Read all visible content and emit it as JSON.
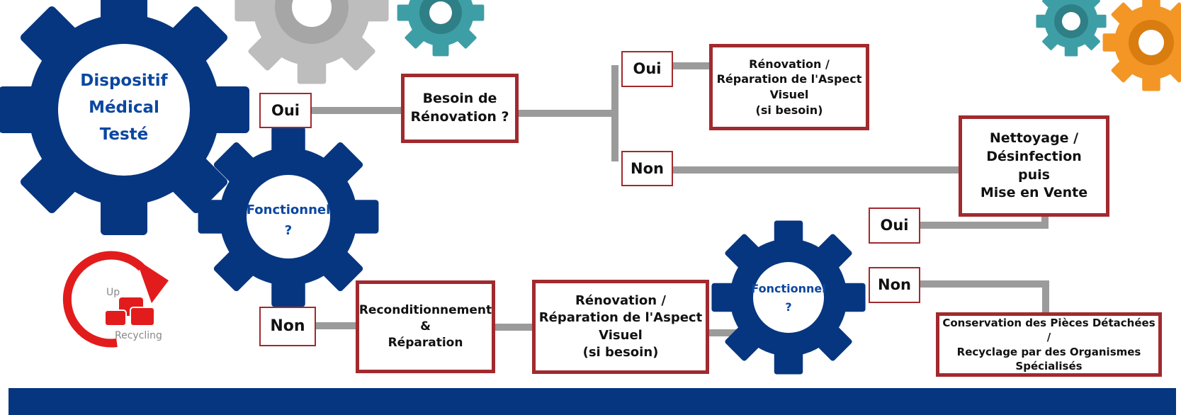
{
  "title_gear": "Dispositif\nMédical\nTesté",
  "question1": "Fonctionnel\n?",
  "question2": "Fonctionnel\n?",
  "top_branch": {
    "oui_label": "Oui",
    "need_renovation": "Besoin de\nRénovation ?",
    "oui2_label": "Oui",
    "renovation_top": "Rénovation /\nRéparation de l'Aspect\nVisuel\n(si besoin)",
    "non2_label": "Non",
    "cleaning": "Nettoyage /\nDésinfection\npuis\nMise en Vente"
  },
  "bottom_branch": {
    "non_label": "Non",
    "reconditioning": "Reconditionnement\n&\nRéparation",
    "renovation_bottom": "Rénovation /\nRéparation de l'Aspect\nVisuel\n(si besoin)",
    "oui3_label": "Oui",
    "non3_label": "Non",
    "conservation": "Conservation des Pièces Détachées /\nRecyclage par des Organismes\nSpécialisés"
  },
  "logo": {
    "up": "Up",
    "recycling": "Recycling"
  },
  "colors": {
    "navy": "#073680",
    "red_border": "#a12a2e",
    "connector": "#9b9b9b",
    "gray_gear": "#bdbdbd",
    "teal_gear": "#3e9ea6",
    "orange_gear": "#f39625",
    "label_blue": "#0b47a1"
  }
}
